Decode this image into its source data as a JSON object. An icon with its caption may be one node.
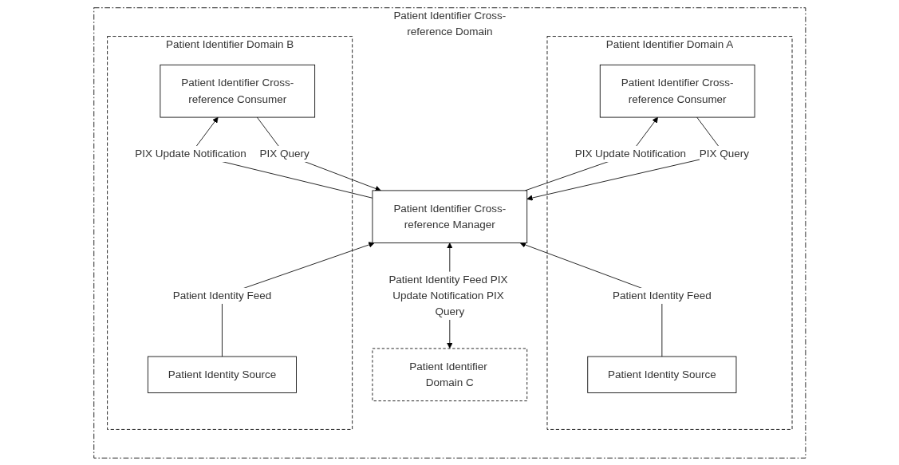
{
  "diagram": {
    "nodes": [
      {
        "text": [
          "Patient Identifier Cross-reference Domain"
        ]
      },
      {
        "text": [
          "Patient Identifier Domain C"
        ],
        "in": 0
      },
      {
        "text": [
          "Patient Identifier Cross-reference Manager"
        ],
        "in": 0
      },
      {
        "text": [
          "Patient Identifier Domain A"
        ],
        "in": 0
      },
      {
        "text": [
          "Patient Identity Source"
        ],
        "in": 3
      },
      {
        "text": [
          "Patient Identifier Cross-reference Consumer"
        ],
        "in": 3
      },
      {
        "text": [
          "Patient Identifier Domain B"
        ],
        "in": 0
      },
      {
        "text": [
          "Patient Identity Source"
        ],
        "in": 6
      },
      {
        "text": [
          "Patient Identifier Cross-reference Consumer"
        ],
        "in": 6
      }
    ],
    "edges": [
      {
        "from": 1,
        "to": 2,
        "arrow": "both",
        "label": "Patient Identity Feed PIX Update Notification PIX Query"
      },
      {
        "from": 2,
        "to": 5,
        "arrow": "to",
        "label": "PIX Update Notification"
      },
      {
        "from": 5,
        "to": 2,
        "arrow": "to",
        "label": "PIX Query"
      },
      {
        "from": 4,
        "to": 2,
        "arrow": "to",
        "label": "Patient Identity Feed"
      },
      {
        "from": 7,
        "to": 2,
        "arrow": "to",
        "label": "Patient Identity Feed"
      },
      {
        "from": 8,
        "to": 2,
        "arrow": "to",
        "label": "PIX Query"
      },
      {
        "from": 2,
        "to": 8,
        "arrow": "to",
        "label": "PIX Update Notification"
      }
    ]
  }
}
